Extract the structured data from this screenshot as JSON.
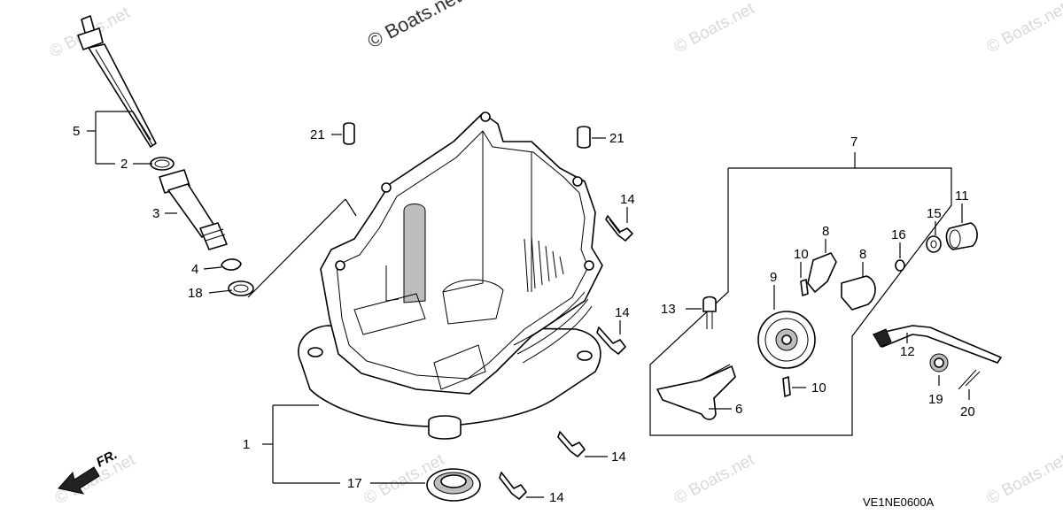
{
  "watermark": "© Boats.net",
  "watermark_top": "© Boats.net",
  "diagram_code": "VE1NE0600A",
  "front_arrow": "FR.",
  "callouts": {
    "p1": "1",
    "p2": "2",
    "p3": "3",
    "p4": "4",
    "p5": "5",
    "p6": "6",
    "p7": "7",
    "p8a": "8",
    "p8b": "8",
    "p9": "9",
    "p10a": "10",
    "p10b": "10",
    "p11": "11",
    "p12": "12",
    "p13": "13",
    "p14a": "14",
    "p14b": "14",
    "p14c": "14",
    "p14d": "14",
    "p15": "15",
    "p16": "16",
    "p17": "17",
    "p18": "18",
    "p19": "19",
    "p20": "20",
    "p21a": "21",
    "p21b": "21"
  }
}
